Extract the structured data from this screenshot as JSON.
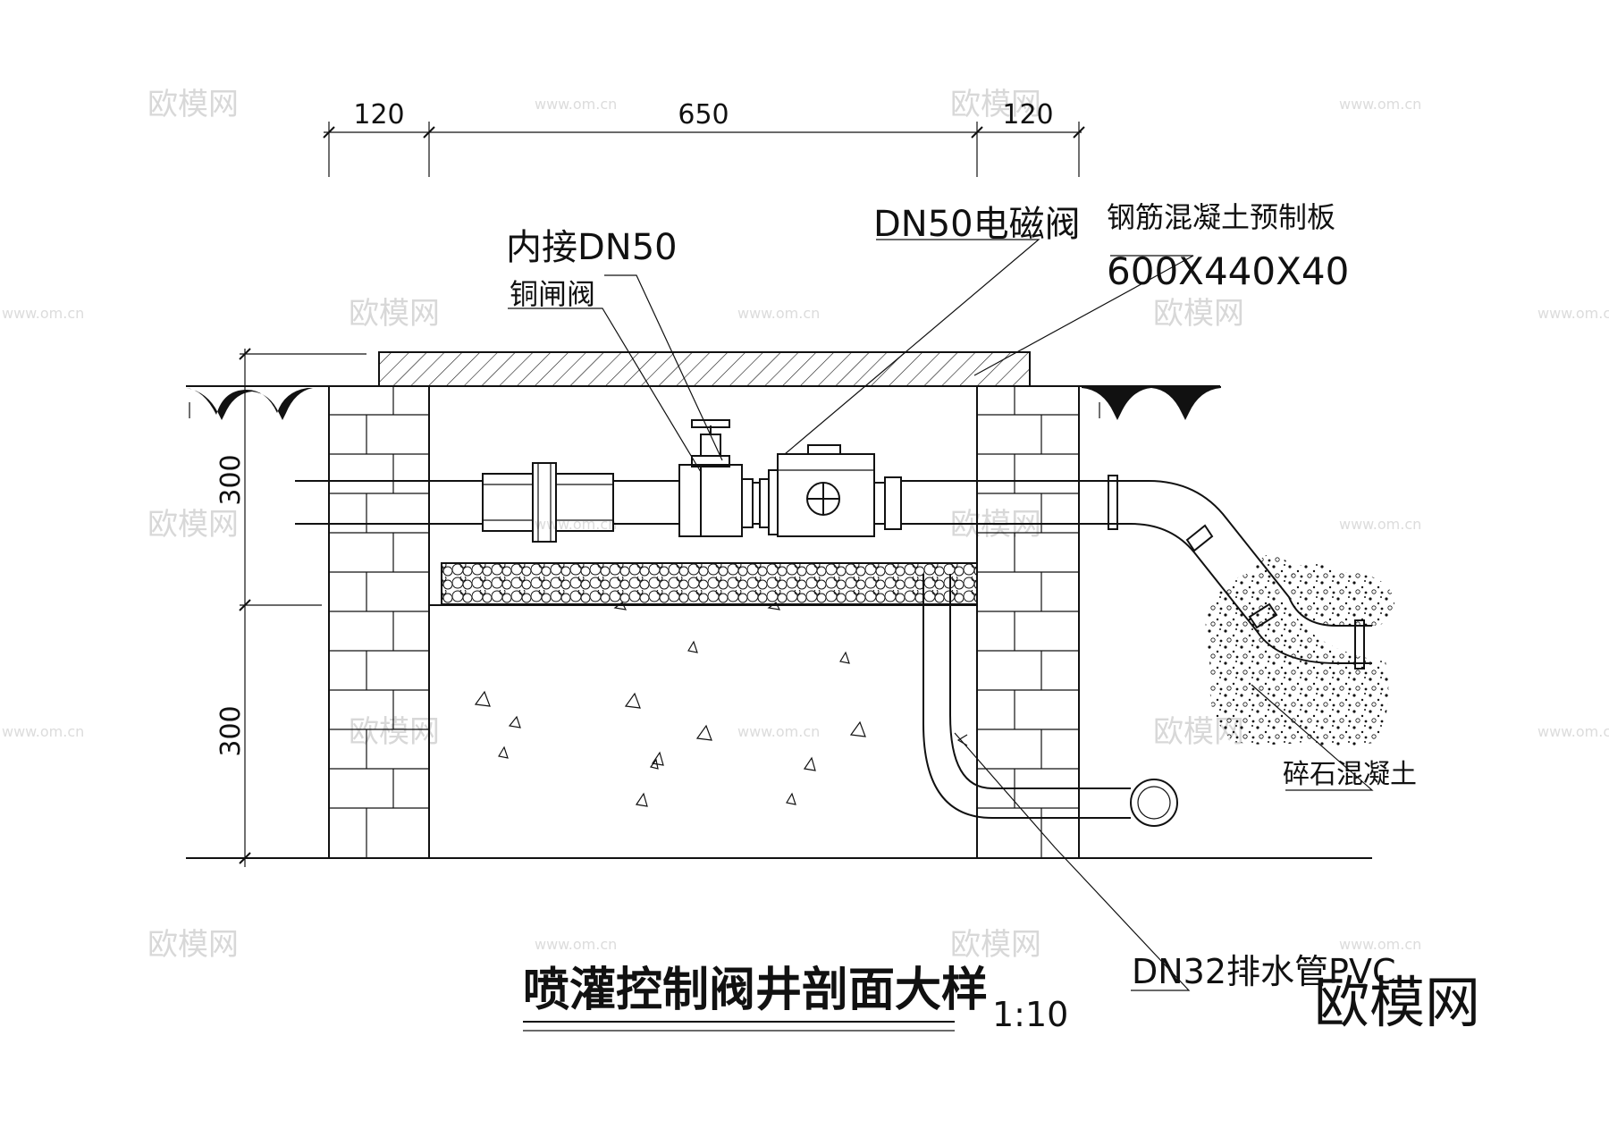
{
  "title": "喷灌控制阀井剖面大样",
  "scale": "1:10",
  "dimensions": {
    "top": [
      "120",
      "650",
      "120"
    ],
    "left": [
      "300",
      "300"
    ]
  },
  "labels": {
    "gate_valve_line1": "内接DN50",
    "gate_valve_line2": "铜闸阀",
    "solenoid_valve": "DN50电磁阀",
    "slab_line1": "钢筋混凝土预制板",
    "slab_line2": "600X440X40",
    "gravel_concrete": "碎石混凝土",
    "drain_pipe": "DN32排水管PVC"
  },
  "watermark": {
    "brand": "欧模网",
    "url": "www.om.cn"
  }
}
